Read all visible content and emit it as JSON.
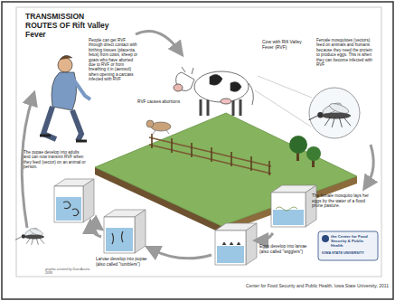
{
  "diagram": {
    "title": "TRANSMISSION ROUTES OF Rift Valley Fever",
    "caption": "Center for Food Security and Public Health, Iowa State University, 2011",
    "labels": [
      "People can get RVF through direct contact with birthing tissues (placenta, fetus) from cows, sheep or goats who have aborted due to RVF or from breathing it in (aerosol) when opening a carcass infected with RVF",
      "Cow with Rift Valley Fever (RVF)",
      "Female mosquitoes (vectors) feed on animals and humans because they need the protein to produce eggs. This is when they can become infected with RVF",
      "RVF causes abortions",
      "The female mosquito lays her eggs by the water of a flood prone pasture.",
      "Eggs develop into larvae (also called \"wigglers\")",
      "Larvae develop into pupae (also called \"tumblers\")",
      "The pupae develop into adults and can now transmit RVF when they feed (vector) on an animal or person.",
      "graphic created by Dani Ausen, 2006",
      "the Center for Food Security & Public Health",
      "IOWA STATE UNIVERSITY"
    ]
  }
}
